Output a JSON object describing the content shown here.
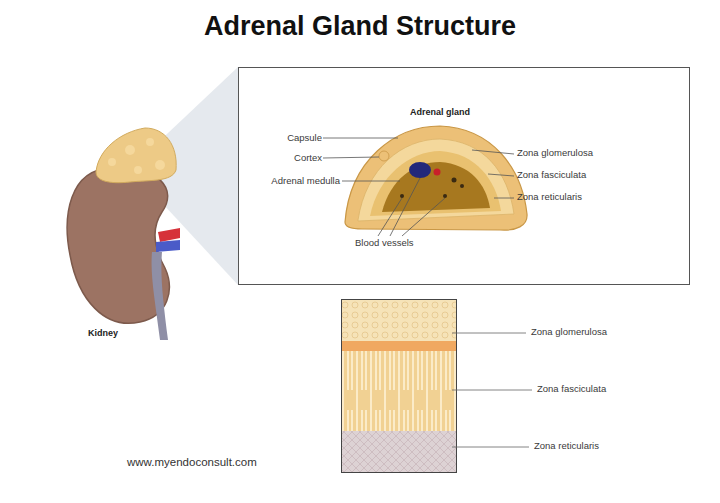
{
  "diagram": {
    "title": "Adrenal Gland Structure",
    "labels": [
      "Kidney",
      "Adrenal gland",
      "Capsule",
      "Cortex",
      "Adrenal medulla",
      "Blood vessels",
      "Zona glomerulosa",
      "Zona fasciculata",
      "Zona reticularis",
      "Zona glomerulosa",
      "Zona fasciculata",
      "Zona reticularis",
      "www.myendoconsult.com"
    ]
  }
}
